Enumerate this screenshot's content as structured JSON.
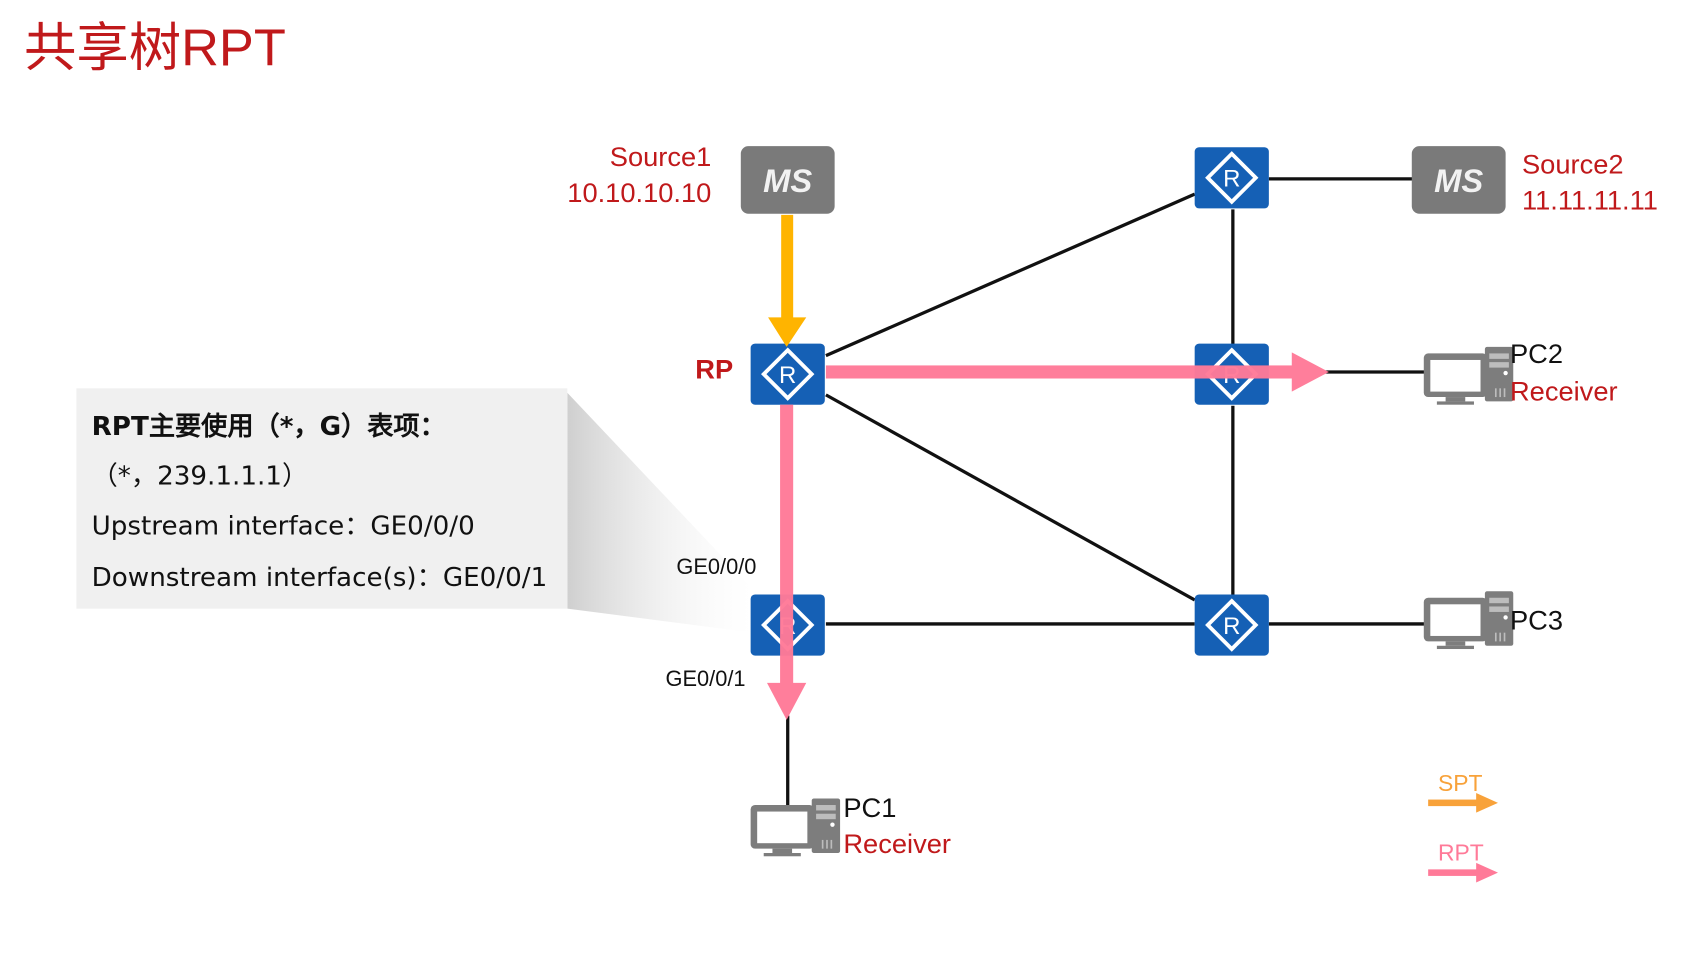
{
  "title": "共享树RPT",
  "colors": {
    "title_red": "#c0191b",
    "router_blue": "#1560b5",
    "ms_gray": "#7a7a7a",
    "spt_orange": "#ffb400",
    "spt_legend_orange": "#f8a23a",
    "rpt_pink": "#ff7a98",
    "panel_gray": "#f0f0f0"
  },
  "sources": [
    {
      "id": "source1",
      "name": "Source1",
      "ip": "10.10.10.10",
      "icon": "MS"
    },
    {
      "id": "source2",
      "name": "Source2",
      "ip": "11.11.11.11",
      "icon": "MS"
    }
  ],
  "routers": [
    {
      "id": "rp",
      "label": "RP",
      "glyph": "R"
    },
    {
      "id": "r-top-right",
      "label": "",
      "glyph": "R"
    },
    {
      "id": "r-mid-right",
      "label": "",
      "glyph": "R"
    },
    {
      "id": "r-bottom-left",
      "label": "",
      "glyph": "R"
    },
    {
      "id": "r-bottom-right",
      "label": "",
      "glyph": "R"
    }
  ],
  "hosts": [
    {
      "id": "pc1",
      "name": "PC1",
      "role": "Receiver"
    },
    {
      "id": "pc2",
      "name": "PC2",
      "role": "Receiver"
    },
    {
      "id": "pc3",
      "name": "PC3",
      "role": ""
    }
  ],
  "ports": {
    "upstream": "GE0/0/0",
    "downstream": "GE0/0/1"
  },
  "info_panel": {
    "heading": "RPT主要使用（*，G）表项：",
    "entry": "（*，239.1.1.1）",
    "upstream": "Upstream interface：GE0/0/0",
    "downstream": "Downstream interface(s)：GE0/0/1"
  },
  "legend": [
    {
      "label": "SPT",
      "color": "#f8a23a"
    },
    {
      "label": "RPT",
      "color": "#ff7a98"
    }
  ]
}
